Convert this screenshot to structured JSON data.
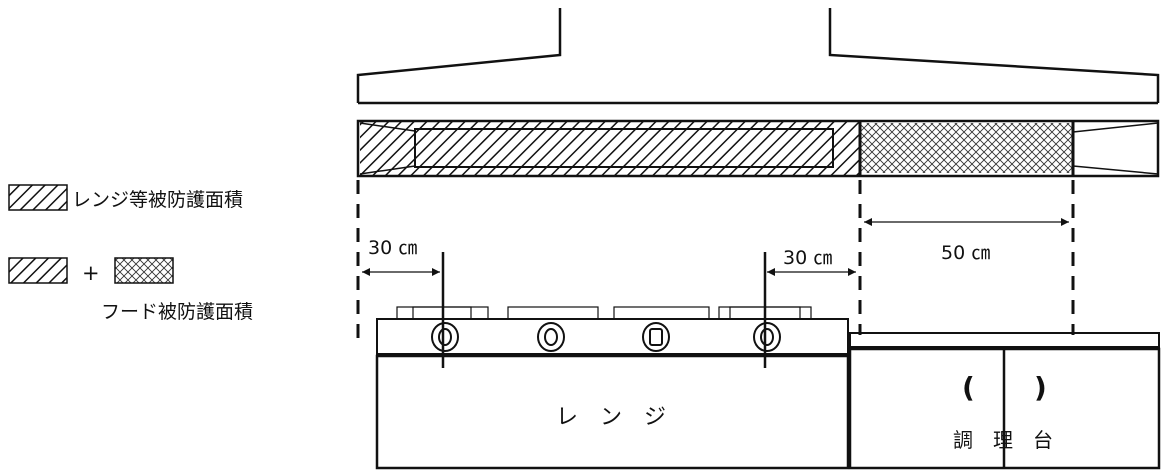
{
  "legend": {
    "range_protection_label": "レンジ等被防護面積",
    "plus_sign": "+",
    "hood_protection_label": "フード被防護面積"
  },
  "dimensions": {
    "left_offset": "30 ㎝",
    "right_offset": "30 ㎝",
    "hood_extension": "50 ㎝"
  },
  "fixtures": {
    "range_label": "レ　ン　ジ",
    "counter_label": "調　理　台",
    "counter_paren_open": "(",
    "counter_paren_close": ")"
  },
  "colors": {
    "line": "#111111",
    "background": "#ffffff"
  }
}
